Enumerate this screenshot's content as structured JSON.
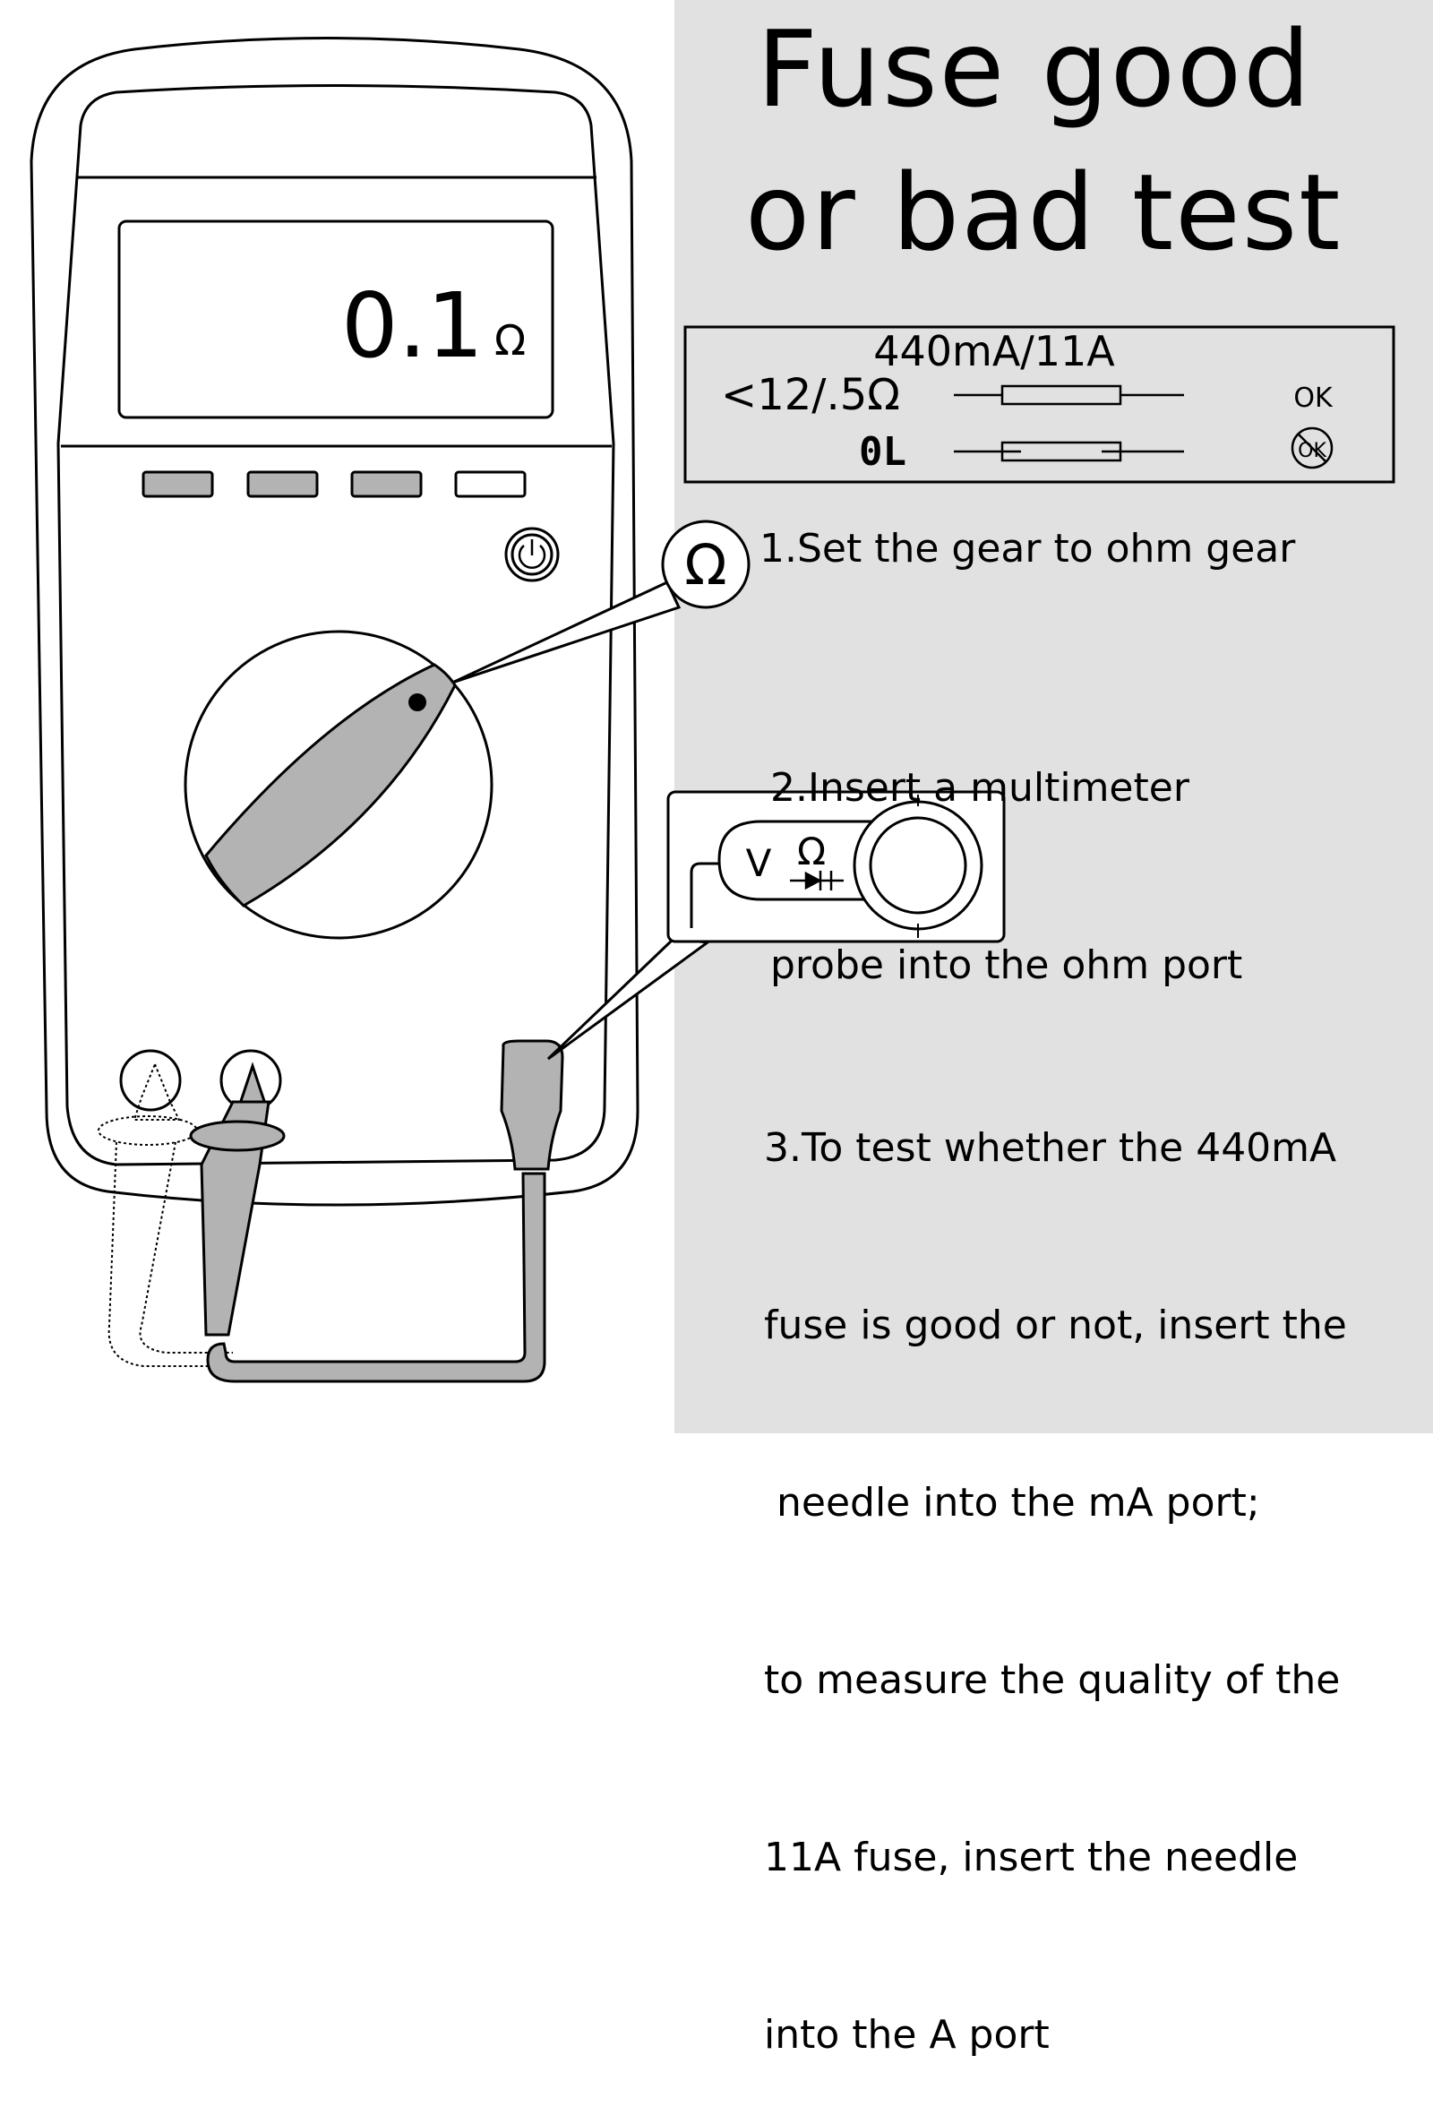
{
  "title": {
    "line1": "Fuse good",
    "line2": "or bad test"
  },
  "meter": {
    "display_value": "0.1",
    "display_unit": "Ω",
    "dial_callout_symbol": "Ω",
    "port_callout": {
      "v_label": "V",
      "ohm_label": "Ω"
    }
  },
  "reference_table": {
    "header": "440mA/11A",
    "good_row": {
      "reading": "<12/.5Ω",
      "status": "OK"
    },
    "bad_row": {
      "reading": "0L",
      "status": "OK"
    }
  },
  "steps": {
    "step1": "1.Set the gear to ohm gear",
    "step2": [
      "2.Insert a multimeter",
      "probe into the ohm port"
    ],
    "step3": [
      "3.To test whether the 440mA",
      "fuse is good or not, insert the",
      " needle into the mA port;",
      "to measure the quality of the",
      "11A fuse, insert the needle",
      "into the A port"
    ]
  },
  "colors": {
    "panel_background": "#e1e1e1",
    "part_fill": "#b3b3b3",
    "outline": "#000000"
  }
}
